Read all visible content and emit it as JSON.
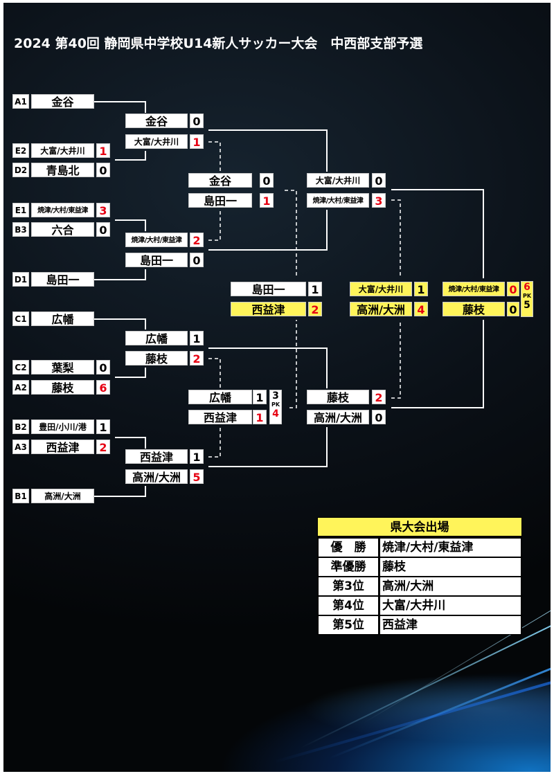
{
  "title": "2024 第40回 静岡県中学校U14新人サッカー大会　中西部支部予選",
  "colors": {
    "highlight": "#fff45a",
    "win_score": "#e60012",
    "line": "#ffffff"
  },
  "seeds": [
    {
      "code": "A1",
      "team": "金谷"
    },
    {
      "code": "E2",
      "team": "大富/大井川",
      "score": "1"
    },
    {
      "code": "D2",
      "team": "青島北",
      "score": "0"
    },
    {
      "code": "E1",
      "team": "焼津/大村/東益津",
      "score": "3"
    },
    {
      "code": "B3",
      "team": "六合",
      "score": "0"
    },
    {
      "code": "D1",
      "team": "島田一"
    },
    {
      "code": "C1",
      "team": "広幡"
    },
    {
      "code": "C2",
      "team": "葉梨",
      "score": "0"
    },
    {
      "code": "A2",
      "team": "藤枝",
      "score": "6"
    },
    {
      "code": "B2",
      "team": "豊田/小川/港",
      "score": "1"
    },
    {
      "code": "A3",
      "team": "西益津",
      "score": "2"
    },
    {
      "code": "B1",
      "team": "高洲/大洲"
    }
  ],
  "round2": [
    {
      "team": "金谷",
      "score": "0"
    },
    {
      "team": "大富/大井川",
      "score": "1"
    },
    {
      "team": "焼津/大村/東益津",
      "score": "2"
    },
    {
      "team": "島田一",
      "score": "0"
    },
    {
      "team": "広幡",
      "score": "1"
    },
    {
      "team": "藤枝",
      "score": "2"
    },
    {
      "team": "西益津",
      "score": "1"
    },
    {
      "team": "高洲/大洲",
      "score": "5"
    }
  ],
  "repechage": [
    {
      "team": "金谷",
      "score": "0"
    },
    {
      "team": "島田一",
      "score": "1"
    },
    {
      "team": "広幡",
      "score": "1",
      "pk": "3"
    },
    {
      "team": "西益津",
      "score": "1",
      "pk": "4"
    }
  ],
  "fifth_place": [
    {
      "team": "島田一",
      "score": "1"
    },
    {
      "team": "西益津",
      "score": "2"
    }
  ],
  "semis": [
    {
      "team": "大富/大井川",
      "score": "0"
    },
    {
      "team": "焼津/大村/東益津",
      "score": "3"
    },
    {
      "team": "藤枝",
      "score": "2"
    },
    {
      "team": "高洲/大洲",
      "score": "0"
    }
  ],
  "third_place": [
    {
      "team": "大富/大井川",
      "score": "1"
    },
    {
      "team": "高洲/大洲",
      "score": "4"
    }
  ],
  "final": [
    {
      "team": "焼津/大村/東益津",
      "score": "0",
      "pk": "6"
    },
    {
      "team": "藤枝",
      "score": "0",
      "pk": "5"
    }
  ],
  "pk_label": "PK",
  "results": {
    "header": "県大会出場",
    "rows": [
      {
        "label": "優　勝",
        "team": "焼津/大村/東益津"
      },
      {
        "label": "準優勝",
        "team": "藤枝"
      },
      {
        "label": "第3位",
        "team": "高洲/大洲"
      },
      {
        "label": "第4位",
        "team": "大富/大井川"
      },
      {
        "label": "第5位",
        "team": "西益津"
      }
    ]
  }
}
